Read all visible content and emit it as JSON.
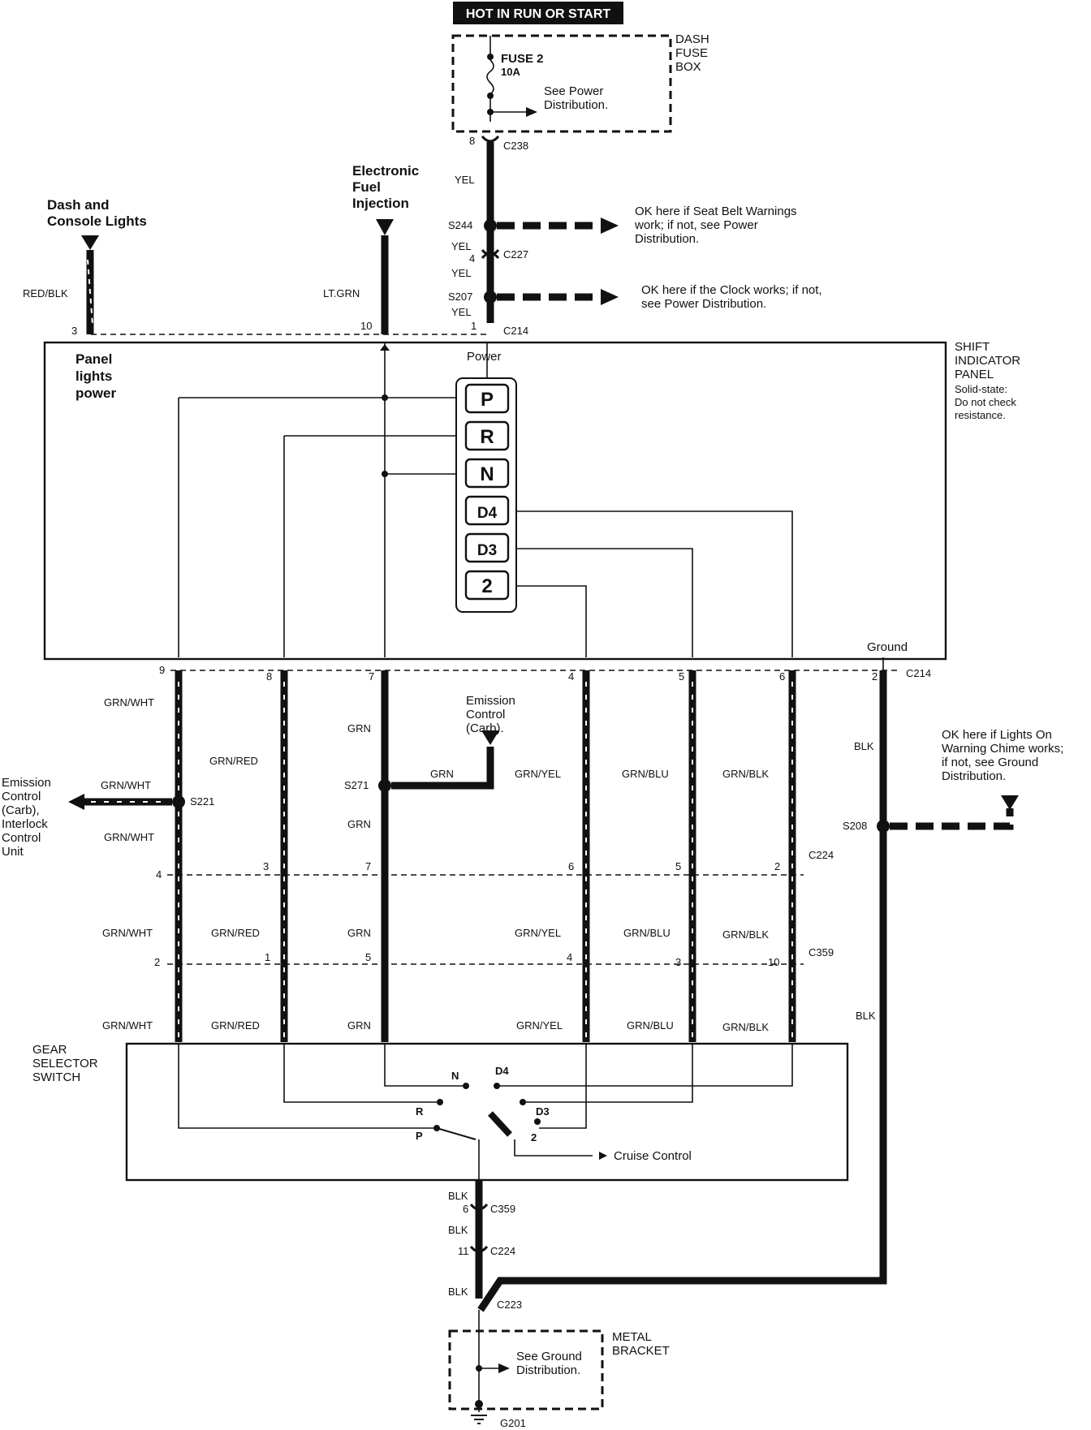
{
  "header_banner": "HOT IN RUN OR START",
  "dash_fuse_box": {
    "title_l1": "DASH",
    "title_l2": "FUSE",
    "title_l3": "BOX",
    "fuse": "FUSE 2",
    "rating": "10A",
    "note_l1": "See Power",
    "note_l2": "Distribution."
  },
  "connectors": {
    "c238": "C238",
    "c227": "C227",
    "c214": "C214",
    "c224": "C224",
    "c359": "C359",
    "c223": "C223",
    "g201": "G201"
  },
  "splices": {
    "s244": "S244",
    "s207": "S207",
    "s271": "S271",
    "s221": "S221",
    "s208": "S208"
  },
  "notes": {
    "seatbelt_l1": "OK here if Seat Belt Warnings",
    "seatbelt_l2": "work;  if not, see Power",
    "seatbelt_l3": "Distribution.",
    "clock_l1": "OK here if the Clock works; if not,",
    "clock_l2": "see Power Distribution.",
    "lights_l1": "OK here if Lights On",
    "lights_l2": "Warning Chime works;",
    "lights_l3": "if not, see Ground",
    "lights_l4": "Distribution."
  },
  "sources": {
    "dash_l1": "Dash and",
    "dash_l2": "Console Lights",
    "efi_l1": "Electronic",
    "efi_l2": "Fuel",
    "efi_l3": "Injection",
    "emis_top_l1": "Emission",
    "emis_top_l2": "Control",
    "emis_top_l3": "(Carb).",
    "emis_left_l1": "Emission",
    "emis_left_l2": "Control",
    "emis_left_l3": "(Carb),",
    "emis_left_l4": "Interlock",
    "emis_left_l5": "Control",
    "emis_left_l6": "Unit"
  },
  "shift_panel": {
    "title_l1": "SHIFT",
    "title_l2": "INDICATOR",
    "title_l3": "PANEL",
    "sub_l1": "Solid-state:",
    "sub_l2": "Do not check",
    "sub_l3": "resistance.",
    "power": "Power",
    "ground": "Ground",
    "panel_l1": "Panel",
    "panel_l2": "lights",
    "panel_l3": "power",
    "gears": [
      "P",
      "R",
      "N",
      "D4",
      "D3",
      "2"
    ]
  },
  "gear_switch": {
    "title_l1": "GEAR",
    "title_l2": "SELECTOR",
    "title_l3": "SWITCH",
    "cruise": "Cruise Control",
    "pos_n": "N",
    "pos_d4": "D4",
    "pos_r": "R",
    "pos_d3": "D3",
    "pos_p": "P",
    "pos_2": "2"
  },
  "metal_bracket": {
    "title_l1": "METAL",
    "title_l2": "BRACKET",
    "note_l1": "See Ground",
    "note_l2": "Distribution."
  },
  "wire_colors": {
    "yel": "YEL",
    "red_blk": "RED/BLK",
    "lt_grn": "LT.GRN",
    "grn": "GRN",
    "grn_wht": "GRN/WHT",
    "grn_red": "GRN/RED",
    "grn_yel": "GRN/YEL",
    "grn_blu": "GRN/BLU",
    "grn_blk": "GRN/BLK",
    "blk": "BLK"
  },
  "pins": {
    "c238_8": "8",
    "c227_4": "4",
    "c214_3": "3",
    "c214_10": "10",
    "c214_1": "1",
    "c214_9": "9",
    "c214_8": "8",
    "c214_7": "7",
    "c214_4": "4",
    "c214_5": "5",
    "c214_6": "6",
    "c214_2": "2",
    "c224_4": "4",
    "c224_3": "3",
    "c224_7": "7",
    "c224_6": "6",
    "c224_5": "5",
    "c224_2": "2",
    "c359_2": "2",
    "c359_1": "1",
    "c359_5": "5",
    "c359_4": "4",
    "c359_3": "3",
    "c359_10": "10",
    "c359_6": "6",
    "c224_11": "11"
  }
}
